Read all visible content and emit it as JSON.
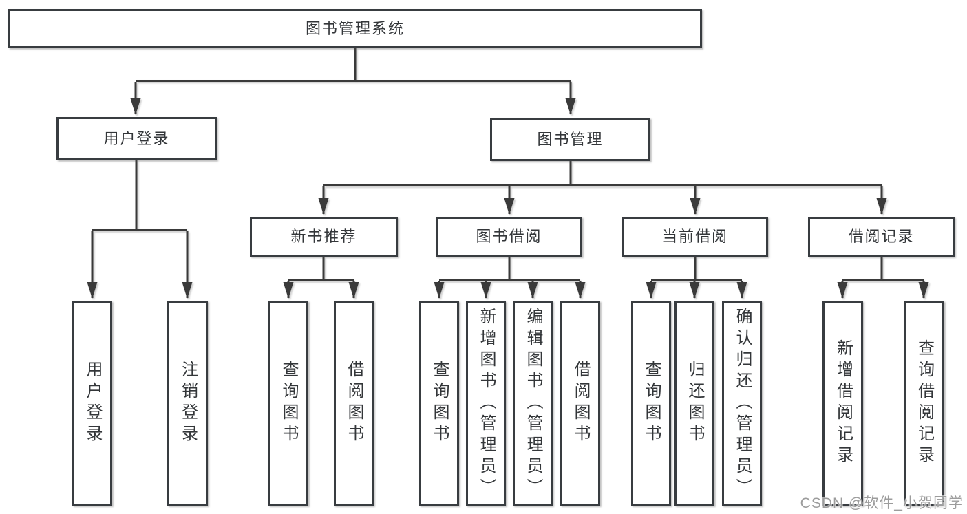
{
  "title": "图书管理系统",
  "watermark": "CSDN @软件_小贺同学",
  "colors": {
    "line": "#3a3a3a",
    "box_border": "#383c40",
    "text": "#333639",
    "background": "#ffffff",
    "watermark": "#9c9c9c"
  },
  "nodes": {
    "root": {
      "label": "图书管理系统"
    },
    "level2": [
      {
        "label": "用户登录"
      },
      {
        "label": "图书管理"
      }
    ],
    "level3": [
      {
        "label": "新书推荐",
        "parent": "图书管理"
      },
      {
        "label": "图书借阅",
        "parent": "图书管理"
      },
      {
        "label": "当前借阅",
        "parent": "图书管理"
      },
      {
        "label": "借阅记录",
        "parent": "图书管理"
      }
    ],
    "leaves": [
      {
        "label": "用户登录",
        "parent": "用户登录"
      },
      {
        "label": "注销登录",
        "parent": "用户登录"
      },
      {
        "label": "查询图书",
        "parent": "新书推荐"
      },
      {
        "label": "借阅图书",
        "parent": "新书推荐"
      },
      {
        "label": "查询图书",
        "parent": "图书借阅"
      },
      {
        "label": "新增图书（管理员）",
        "parent": "图书借阅"
      },
      {
        "label": "编辑图书（管理员）",
        "parent": "图书借阅"
      },
      {
        "label": "借阅图书",
        "parent": "图书借阅"
      },
      {
        "label": "查询图书",
        "parent": "当前借阅"
      },
      {
        "label": "归还图书",
        "parent": "当前借阅"
      },
      {
        "label": "确认归还（管理员）",
        "parent": "当前借阅"
      },
      {
        "label": "新增借阅记录",
        "parent": "借阅记录"
      },
      {
        "label": "查询借阅记录",
        "parent": "借阅记录"
      }
    ]
  }
}
